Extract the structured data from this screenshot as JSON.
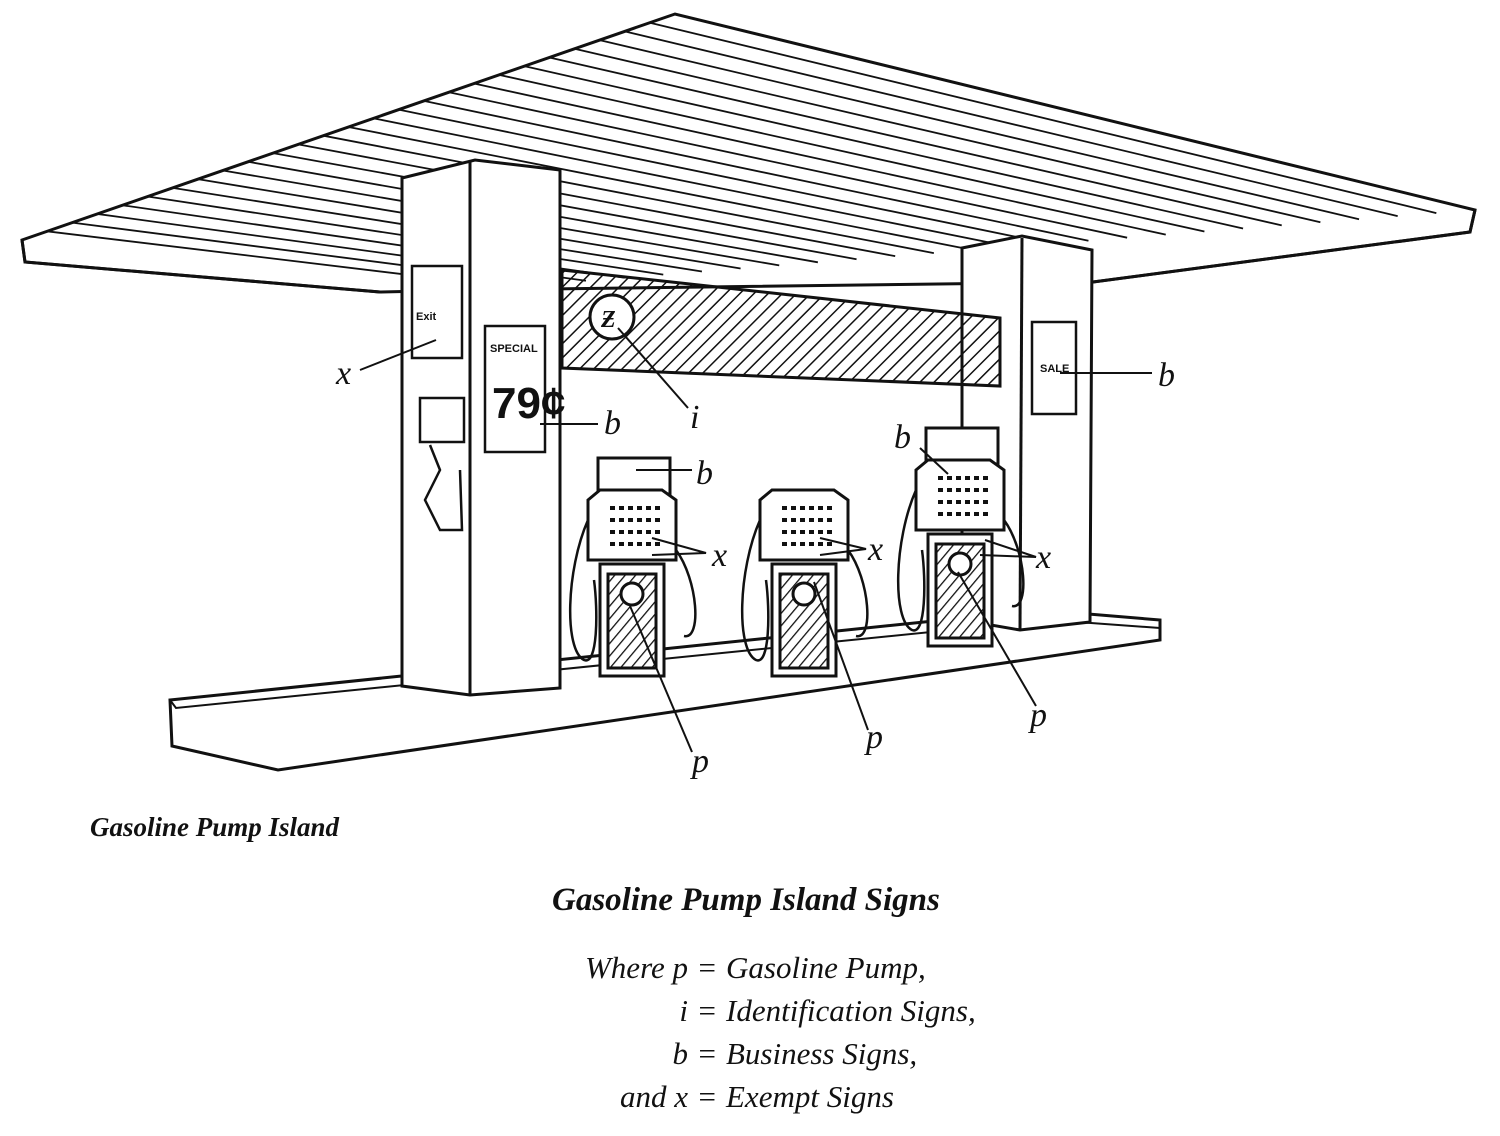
{
  "caption": "Gasoline Pump Island",
  "title": "Gasoline Pump Island Signs",
  "legend": [
    {
      "lhs": "Where p",
      "rhs": "Gasoline Pump,"
    },
    {
      "lhs": "i",
      "rhs": "Identification Signs,"
    },
    {
      "lhs": "b",
      "rhs": "Business Signs,"
    },
    {
      "lhs": "and x",
      "rhs": "Exempt Signs"
    }
  ],
  "callouts": {
    "x": "x",
    "b": "b",
    "i": "i",
    "p": "p"
  },
  "sign_text": {
    "left_column_top": "Exit",
    "left_column_price_header": "SPECIAL",
    "left_column_price": "79¢",
    "right_column_sign": "SALE"
  },
  "colors": {
    "ink": "#111111",
    "paper": "#ffffff"
  }
}
